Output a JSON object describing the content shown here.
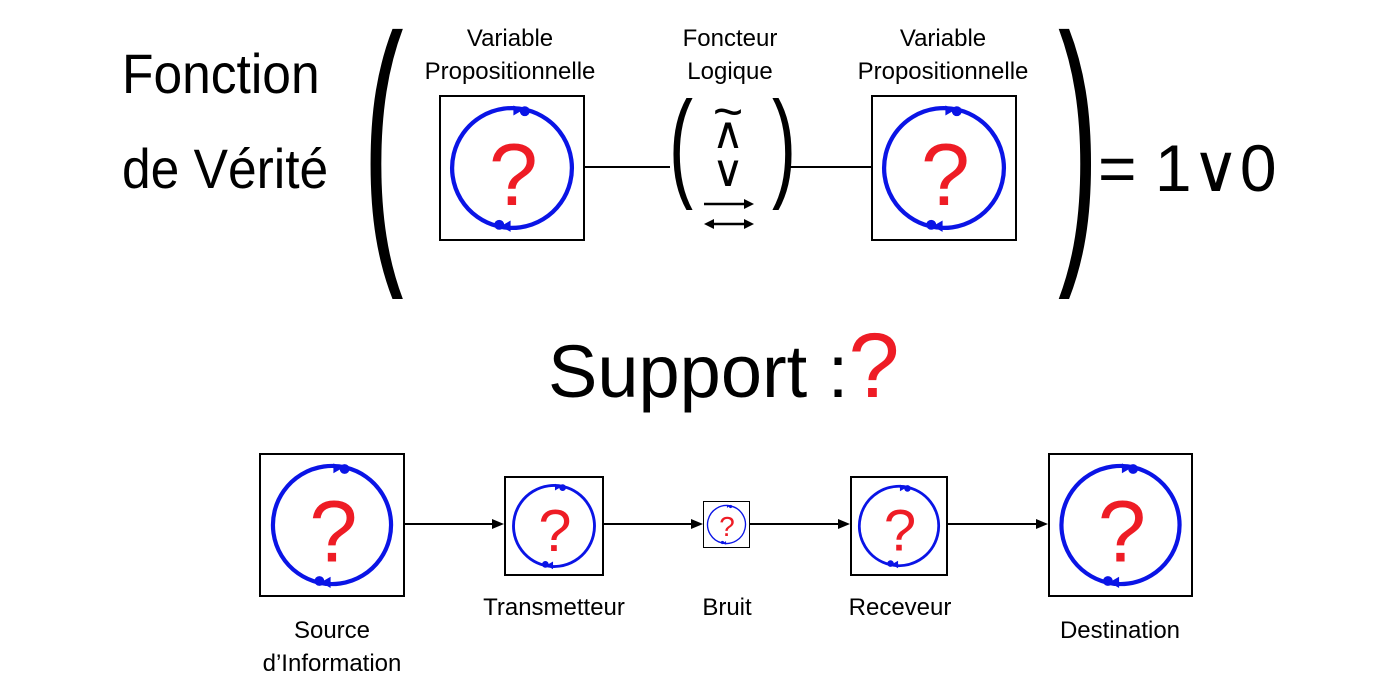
{
  "formula": {
    "function_label_line1": "Fonction",
    "function_label_line2": "de Vérité",
    "left_variable_label": [
      "Variable",
      "Propositionnelle"
    ],
    "functor_label": [
      "Foncteur",
      "Logique"
    ],
    "right_variable_label": [
      "Variable",
      "Propositionnelle"
    ],
    "functor_symbols": [
      "~",
      "∧",
      "∨",
      "→",
      "↔"
    ],
    "result_text": "= 1∨0",
    "unknown_mark": "?"
  },
  "support": {
    "label": "Support :",
    "mark": "?"
  },
  "chain": {
    "nodes": [
      {
        "label_line1": "Source",
        "label_line2": "d’Information"
      },
      {
        "label_line1": "Transmetteur",
        "label_line2": ""
      },
      {
        "label_line1": "Bruit",
        "label_line2": ""
      },
      {
        "label_line1": "Receveur",
        "label_line2": ""
      },
      {
        "label_line1": "Destination",
        "label_line2": ""
      }
    ]
  },
  "colors": {
    "cycle": "#0a14e6",
    "question": "#ee1c25",
    "line": "#000000"
  }
}
